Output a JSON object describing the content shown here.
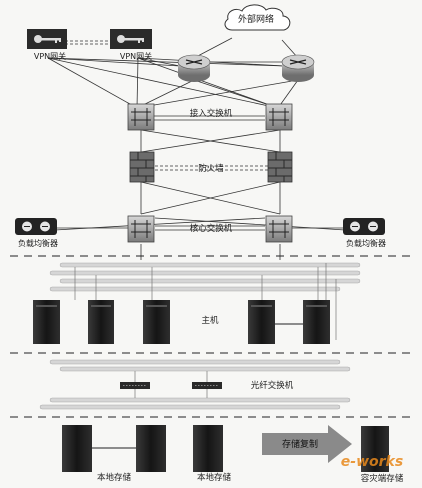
{
  "labels": {
    "external_network": "外部网络",
    "vpn_gateway_1": "VPN网关",
    "vpn_gateway_2": "VPN网关",
    "access_switch": "接入交换机",
    "firewall": "防火墙",
    "core_switch": "核心交换机",
    "load_balancer_left": "负载均衡器",
    "load_balancer_right": "负载均衡器",
    "host": "主机",
    "fiber_switch": "光纤交换机",
    "local_storage_1": "本地存储",
    "local_storage_2": "本地存储",
    "storage_replication": "存储复制",
    "dr_storage": "容灾端存储",
    "watermark": "e-works"
  },
  "colors": {
    "device_dark": "#2b2b2b",
    "server_dark": "#1f1f1f",
    "router_grey": "#8d8d8d",
    "rail_grey": "#c9c9c9",
    "arrow_grey": "#8a8a8a",
    "watermark_orange": "#e8891c"
  }
}
